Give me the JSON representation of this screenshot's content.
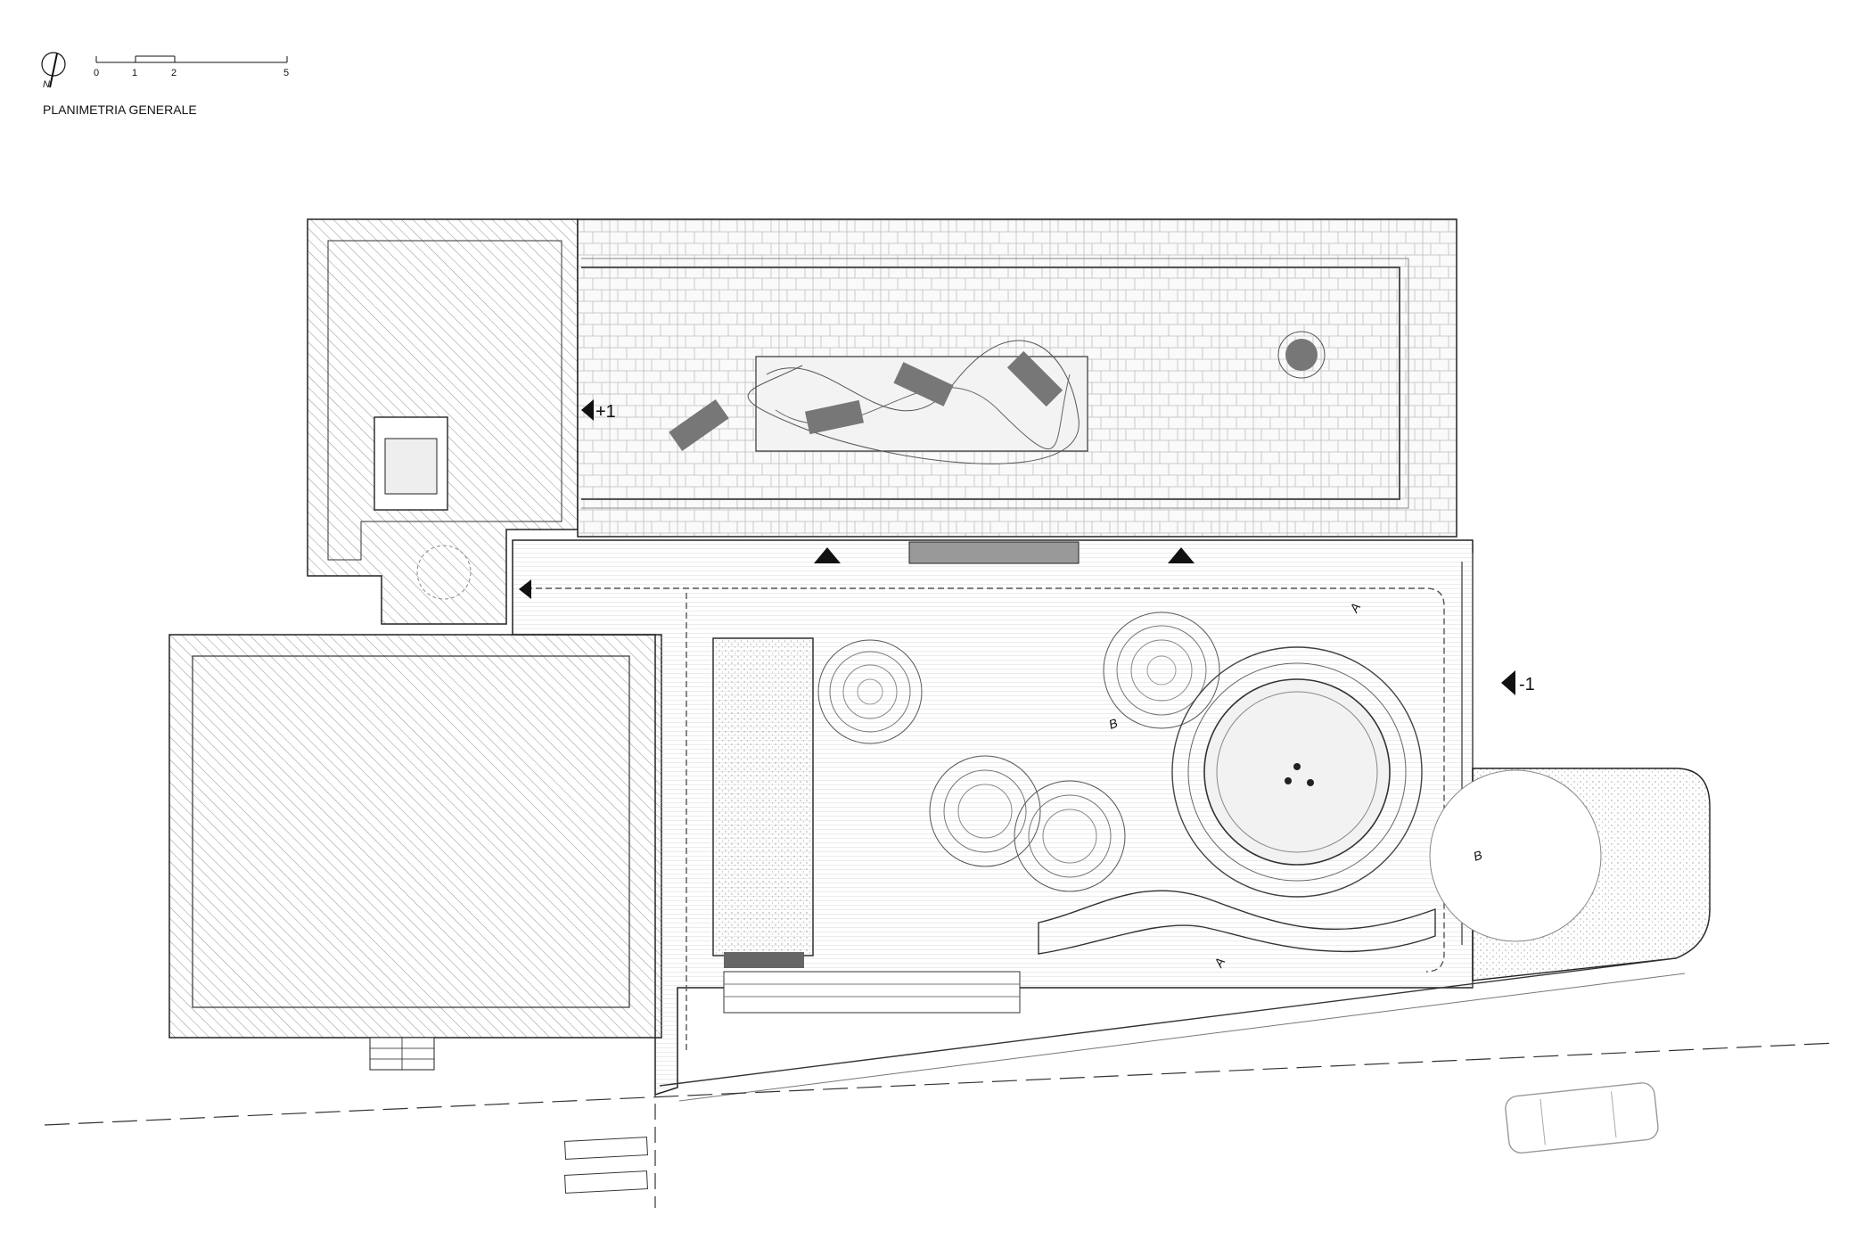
{
  "title": "PLANIMETRIA GENERALE",
  "scale_bar": {
    "ticks": [
      "0",
      "1",
      "2",
      "5"
    ]
  },
  "north_arrow": {
    "label": "N"
  },
  "level_markers": {
    "upper": "+1",
    "lower": "-1"
  },
  "section_marks": [
    "A",
    "A",
    "B",
    "B"
  ]
}
